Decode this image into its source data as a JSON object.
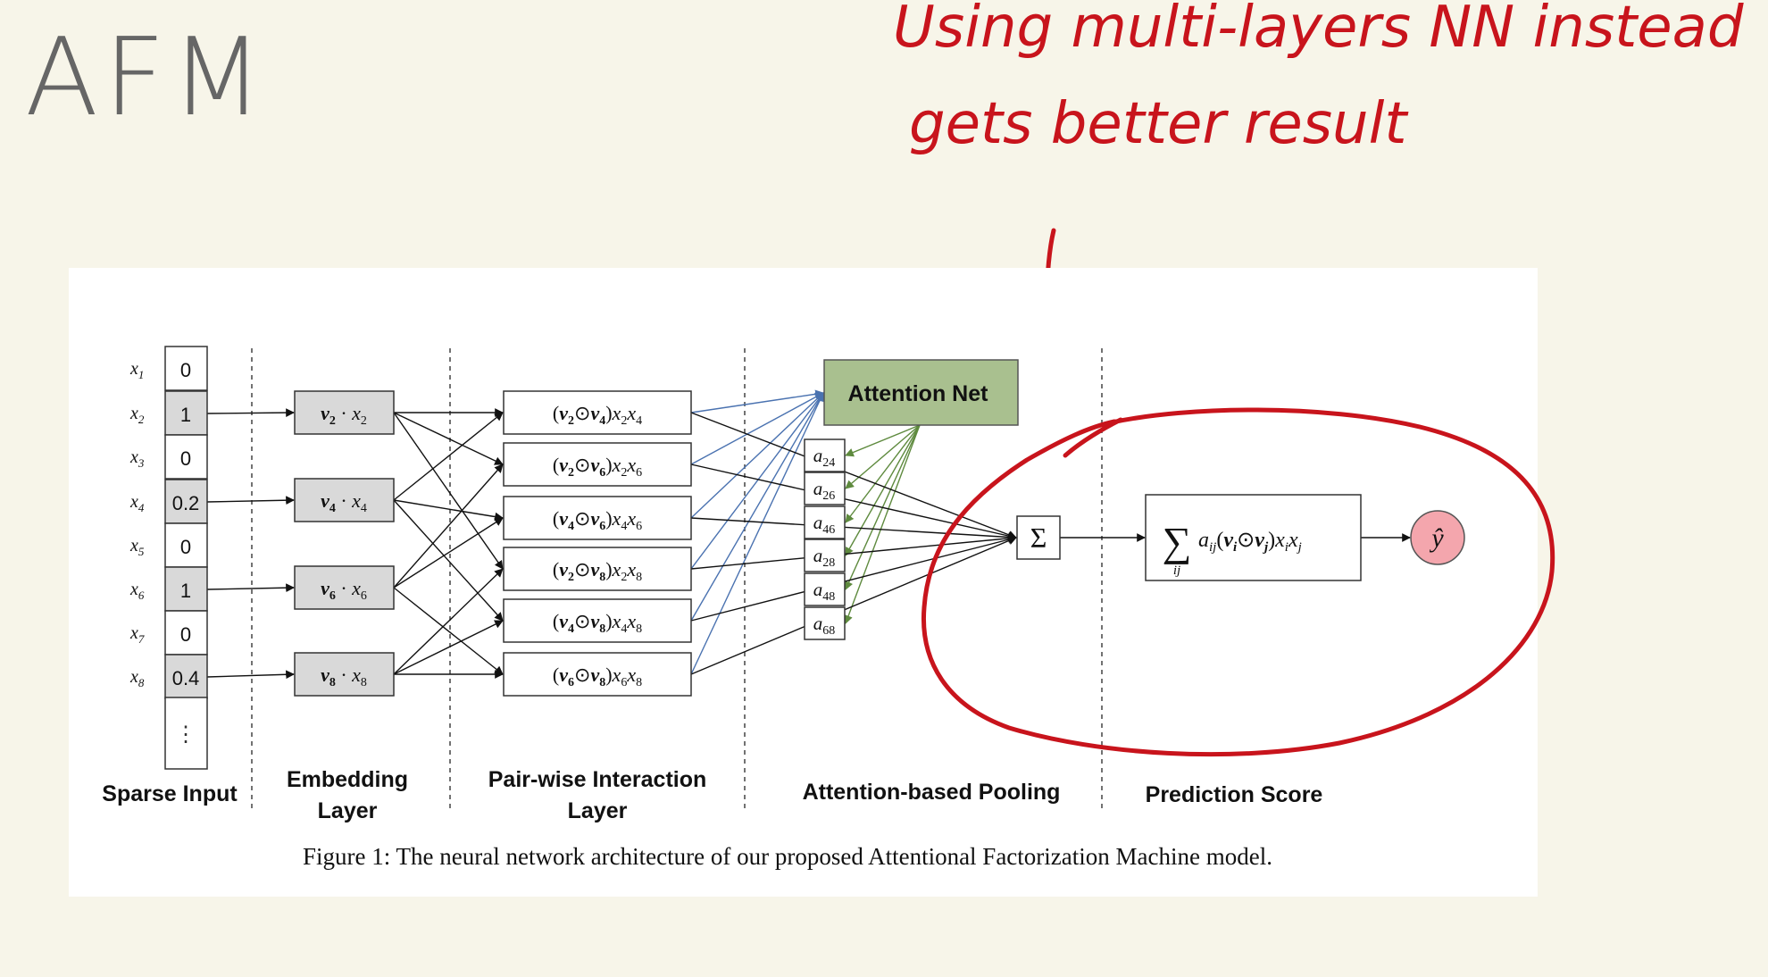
{
  "note_title": "AFM",
  "annotation": {
    "line1": "Using multi-layers NN instead",
    "line2": "gets better result"
  },
  "figure": {
    "caption": "Figure 1: The neural network architecture of our proposed Attentional Factorization Machine model.",
    "sections": {
      "sparse_input": "Sparse Input",
      "embedding_1": "Embedding",
      "embedding_2": "Layer",
      "pairwise_1": "Pair-wise Interaction",
      "pairwise_2": "Layer",
      "pooling": "Attention-based Pooling",
      "prediction": "Prediction Score"
    },
    "inputs": [
      {
        "label": "x",
        "sub": "1",
        "value": "0"
      },
      {
        "label": "x",
        "sub": "2",
        "value": "1"
      },
      {
        "label": "x",
        "sub": "3",
        "value": "0"
      },
      {
        "label": "x",
        "sub": "4",
        "value": "0.2"
      },
      {
        "label": "x",
        "sub": "5",
        "value": "0"
      },
      {
        "label": "x",
        "sub": "6",
        "value": "1"
      },
      {
        "label": "x",
        "sub": "7",
        "value": "0"
      },
      {
        "label": "x",
        "sub": "8",
        "value": "0.4"
      }
    ],
    "input_ellipsis": "⋮",
    "embeddings": [
      {
        "v": "v",
        "vsub": "2",
        "x": "x",
        "xsub": "2"
      },
      {
        "v": "v",
        "vsub": "4",
        "x": "x",
        "xsub": "4"
      },
      {
        "v": "v",
        "vsub": "6",
        "x": "x",
        "xsub": "6"
      },
      {
        "v": "v",
        "vsub": "8",
        "x": "x",
        "xsub": "8"
      }
    ],
    "pairs": [
      {
        "i": "2",
        "j": "4"
      },
      {
        "i": "2",
        "j": "6"
      },
      {
        "i": "4",
        "j": "6"
      },
      {
        "i": "2",
        "j": "8"
      },
      {
        "i": "4",
        "j": "8"
      },
      {
        "i": "6",
        "j": "8"
      }
    ],
    "attention_net": "Attention Net",
    "weights": [
      {
        "a": "a",
        "sub": "24"
      },
      {
        "a": "a",
        "sub": "26"
      },
      {
        "a": "a",
        "sub": "46"
      },
      {
        "a": "a",
        "sub": "28"
      },
      {
        "a": "a",
        "sub": "48"
      },
      {
        "a": "a",
        "sub": "68"
      }
    ],
    "sum_symbol": "Σ",
    "prediction_formula": {
      "sigma": "∑",
      "below": "ij",
      "a": "a",
      "asub": "ij",
      "vi": "v",
      "visub": "i",
      "odot": "⊙",
      "vj": "v",
      "vjsub": "j",
      "xi": "x",
      "xisub": "i",
      "xj": "x",
      "xjsub": "j"
    },
    "output": "ŷ",
    "colors": {
      "grey_box": "#d9d9d9",
      "attention_fill": "#a9c08f",
      "blue_lines": "#4a72b0",
      "green_lines": "#5e8a3e",
      "output_fill": "#f4a6ad",
      "annotation_red": "#c8141c"
    }
  }
}
